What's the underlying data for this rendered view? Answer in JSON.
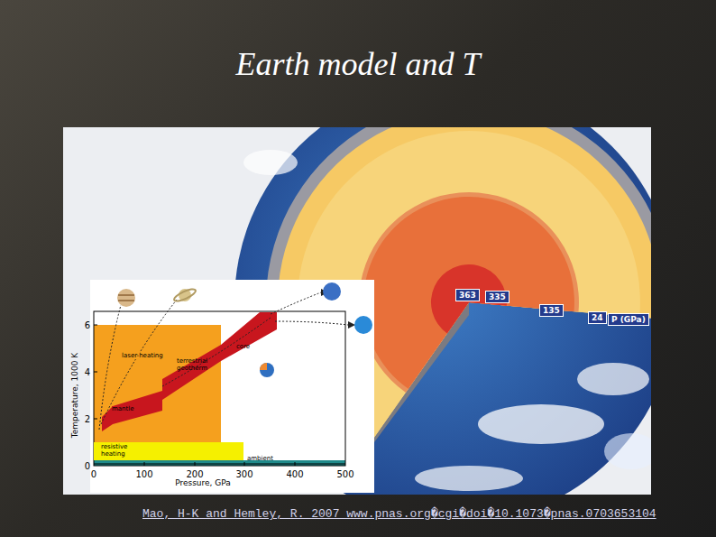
{
  "diagram": {
    "title": "Earth model and T",
    "caption": "Mao, H-K and Hemley, R. 2007  www.pnas.org�cgi�doi�10.1073�pnas.0703653104",
    "nodes": [
      {
        "text": [
          "laser-heating"
        ]
      },
      {
        "text": [
          "resistive heating"
        ]
      },
      {
        "text": [
          "363"
        ]
      },
      {
        "text": [
          "335"
        ]
      },
      {
        "text": [
          "135"
        ]
      },
      {
        "text": [
          "24"
        ]
      },
      {
        "text": [
          "P (GPa)"
        ]
      }
    ],
    "labels": [
      "core",
      "terrestrial geotherm",
      "mantle",
      "ambient",
      "0",
      "2",
      "4",
      "6",
      "Temperature, 1000 K",
      "0",
      "100",
      "200",
      "300",
      "400",
      "500",
      "Pressure, GPa"
    ]
  }
}
